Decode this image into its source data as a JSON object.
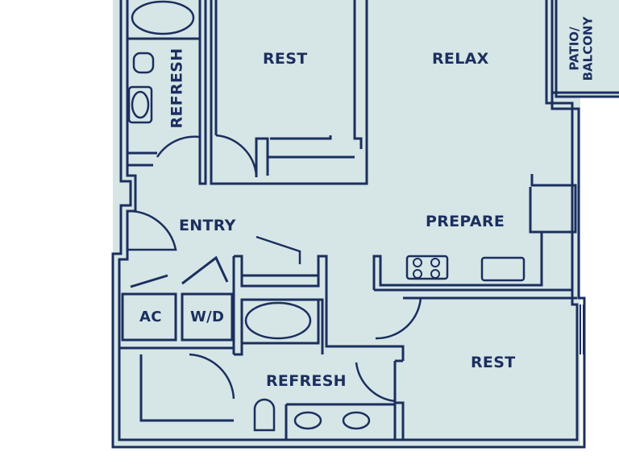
{
  "colors": {
    "background": "#ffffff",
    "floor": "#d6e5e6",
    "wall": "#1b2f5e",
    "fixture_fill": "#d6e5e6"
  },
  "rooms": {
    "bath_top": "REFRESH",
    "bedroom_top": "REST",
    "living": "RELAX",
    "patio_line1": "PATIO/",
    "patio_line2": "BALCONY",
    "entry": "ENTRY",
    "kitchen": "PREPARE",
    "bath_bottom": "REFRESH",
    "bedroom_bottom": "REST",
    "ac": "AC",
    "laundry": "W/D"
  }
}
